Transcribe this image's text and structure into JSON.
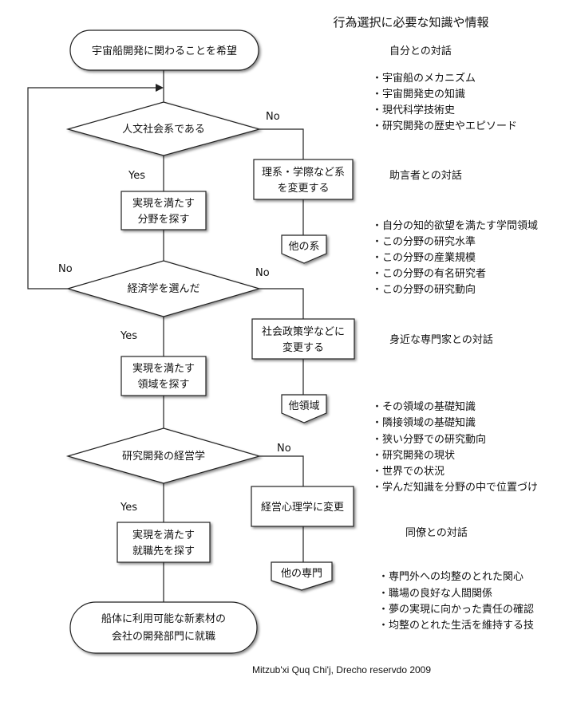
{
  "header": {
    "title": "行為選択に必要な知識や情報"
  },
  "flow": {
    "start": "宇宙船開発に関わることを希望",
    "decision1": "人文社会系である",
    "decision2": "経済学を選んだ",
    "decision3": "研究開発の経営学",
    "action1": [
      "実現を満たす",
      "分野を探す"
    ],
    "action2": [
      "実現を満たす",
      "領域を探す"
    ],
    "action3": [
      "実現を満たす",
      "就職先を探す"
    ],
    "alt1": [
      "理系・学際など系",
      "を変更する"
    ],
    "alt2": [
      "社会政策学などに",
      "変更する"
    ],
    "alt3": "経営心理学に変更",
    "exit1": "他の系",
    "exit2": "他領域",
    "exit3": "他の専門",
    "end": [
      "船体に利用可能な新素材の",
      "会社の開発部門に就職"
    ],
    "yes_label": "Yes",
    "no_label": "No"
  },
  "info": {
    "sections": [
      {
        "heading": "自分との対話",
        "items": [
          "・宇宙船のメカニズム",
          "・宇宙開発史の知識",
          "・現代科学技術史",
          "・研究開発の歴史やエピソード"
        ]
      },
      {
        "heading": "助言者との対話",
        "items": [
          "・自分の知的欲望を満たす学問領域",
          "・この分野の研究水準",
          "・この分野の産業規模",
          "・この分野の有名研究者",
          "・この分野の研究動向"
        ]
      },
      {
        "heading": "身近な専門家との対話",
        "items": [
          "・その領域の基礎知識",
          "・隣接領域の基礎知識",
          "・狭い分野での研究動向",
          "・研究開発の現状",
          "・世界での状況",
          "・学んだ知識を分野の中で位置づけ"
        ]
      },
      {
        "heading": "同僚との対話",
        "items": [
          "・専門外への均整のとれた関心",
          "・職場の良好な人間関係",
          "・夢の実現に向かった責任の確認",
          "・均整のとれた生活を維持する技"
        ]
      }
    ]
  },
  "footer": {
    "credit": "Mitzub'xi Quq Chi'j, Drecho reservdo 2009"
  }
}
